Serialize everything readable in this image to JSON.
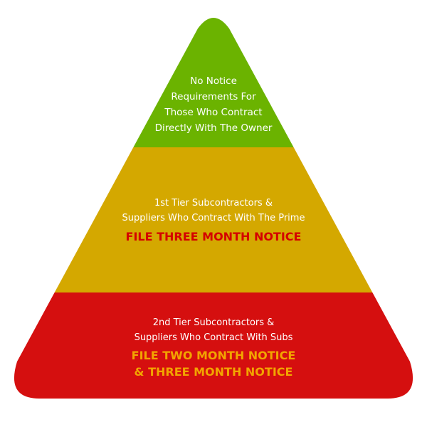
{
  "colors": {
    "tier_top": "#6bb300",
    "tier_middle": "#d4a800",
    "tier_bottom": "#d50f0f",
    "text": "#ffffff",
    "notice_middle": "#d40000",
    "notice_bottom": "#f2a500"
  },
  "tiers": [
    {
      "lines": [
        "No Notice",
        "Requirements For",
        "Those Who Contract",
        "Directly With The Owner"
      ]
    },
    {
      "lines": [
        "1st Tier Subcontractors &",
        "Suppliers Who Contract With The Prime"
      ],
      "notice": [
        "FILE THREE MONTH NOTICE"
      ]
    },
    {
      "lines": [
        "2nd Tier Subcontractors &",
        "Suppliers Who Contract With Subs"
      ],
      "notice": [
        "FILE TWO MONTH NOTICE",
        "& THREE MONTH NOTICE"
      ]
    }
  ]
}
